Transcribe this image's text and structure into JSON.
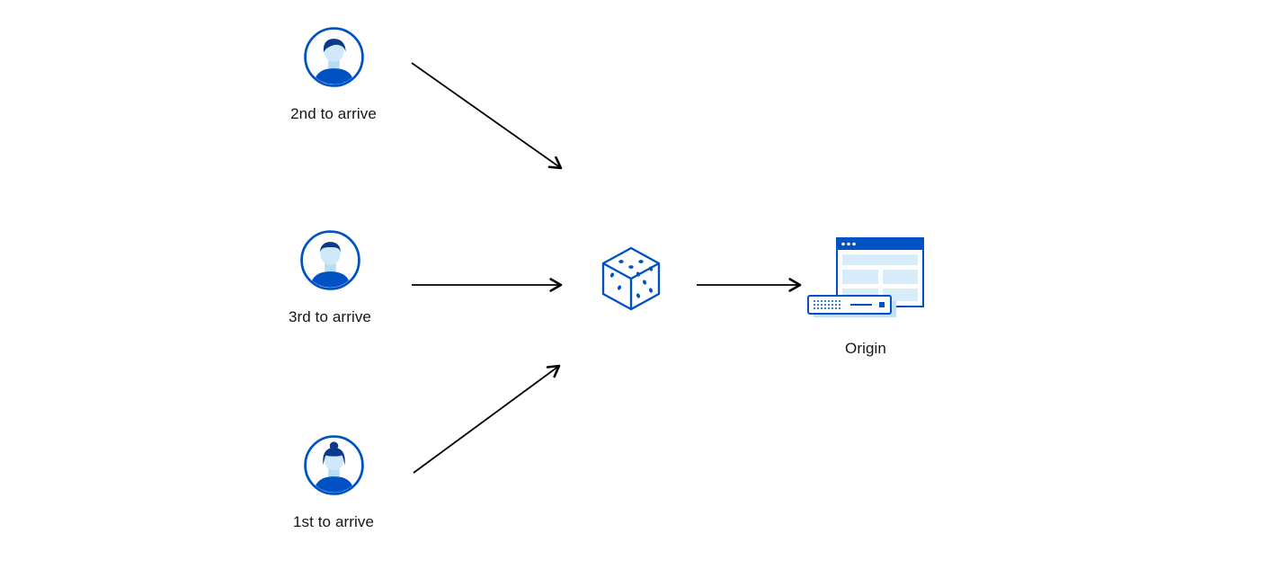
{
  "diagram": {
    "users": [
      {
        "label": "2nd to arrive",
        "icon": "user-avatar-male-icon"
      },
      {
        "label": "3rd to arrive",
        "icon": "user-avatar-male-icon"
      },
      {
        "label": "1st to arrive",
        "icon": "user-avatar-female-icon"
      }
    ],
    "center": {
      "icon": "dice-icon"
    },
    "origin": {
      "label": "Origin",
      "icon": "origin-server-icon"
    },
    "colors": {
      "primary_blue": "#0051c3",
      "hair_navy": "#0b3a8c",
      "skin_light_blue": "#cfe9fa",
      "panel_light_blue": "#d9ecf9",
      "shadow_blue": "#bfe0f5",
      "arrow_black": "#000000",
      "background": "#ffffff"
    }
  }
}
